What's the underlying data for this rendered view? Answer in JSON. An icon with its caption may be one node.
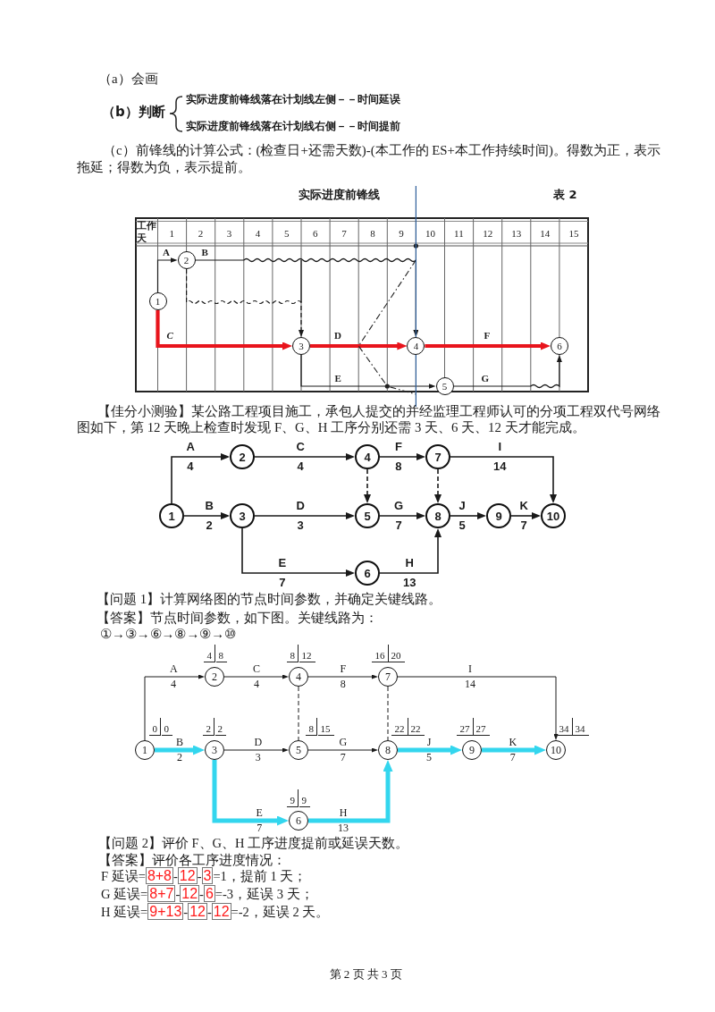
{
  "diagram": {
    "nodes": [
      {
        "text": [
          "1"
        ]
      },
      {
        "text": [
          "2"
        ]
      },
      {
        "text": [
          "3"
        ]
      },
      {
        "text": [
          "4"
        ]
      },
      {
        "text": [
          "5"
        ]
      },
      {
        "text": [
          "6"
        ]
      },
      {
        "text": [
          "1"
        ]
      },
      {
        "text": [
          "2"
        ]
      },
      {
        "text": [
          "3"
        ]
      },
      {
        "text": [
          "4"
        ]
      },
      {
        "text": [
          "5"
        ]
      },
      {
        "text": [
          "6"
        ]
      },
      {
        "text": [
          "7"
        ]
      },
      {
        "text": [
          "8"
        ]
      },
      {
        "text": [
          "9"
        ]
      },
      {
        "text": [
          "10"
        ]
      },
      {
        "text": [
          "1"
        ],
        "beside": [
          "0",
          "0"
        ]
      },
      {
        "text": [
          "2"
        ],
        "beside": [
          "4",
          "8"
        ]
      },
      {
        "text": [
          "3"
        ],
        "beside": [
          "2",
          "2"
        ]
      },
      {
        "text": [
          "4"
        ],
        "beside": [
          "8",
          "12"
        ]
      },
      {
        "text": [
          "5"
        ],
        "beside": [
          "8",
          "15"
        ]
      },
      {
        "text": [
          "6"
        ],
        "beside": [
          "9",
          "9"
        ]
      },
      {
        "text": [
          "7"
        ],
        "beside": [
          "16",
          "20"
        ]
      },
      {
        "text": [
          "8"
        ],
        "beside": [
          "22",
          "22"
        ]
      },
      {
        "text": [
          "9"
        ],
        "beside": [
          "27",
          "27"
        ]
      },
      {
        "text": [
          "10"
        ],
        "beside": [
          "34",
          "34"
        ]
      }
    ],
    "edges": [
      {
        "from": 0,
        "to": 1,
        "arrow": "to",
        "label": "A"
      },
      {
        "from": 1,
        "to": 3,
        "arrow": "to",
        "label": "B"
      },
      {
        "from": 1,
        "to": 2,
        "arrow": "to",
        "style": "dashed"
      },
      {
        "from": 0,
        "to": 2,
        "arrow": "to",
        "label": "C",
        "style": "thick",
        "color": "#e8141c"
      },
      {
        "from": 2,
        "to": 3,
        "arrow": "to",
        "label": "D",
        "style": "thick",
        "color": "#e8141c"
      },
      {
        "from": 2,
        "to": 4,
        "arrow": "to",
        "label": "E"
      },
      {
        "from": 3,
        "to": 5,
        "arrow": "to",
        "label": "F",
        "style": "thick",
        "color": "#e8141c"
      },
      {
        "from": 4,
        "to": 5,
        "arrow": "to",
        "label": "G"
      },
      {
        "from": 6,
        "to": 7,
        "arrow": "to",
        "label": "A 4"
      },
      {
        "from": 7,
        "to": 9,
        "arrow": "to",
        "label": "C 4"
      },
      {
        "from": 9,
        "to": 12,
        "arrow": "to",
        "label": "F 8"
      },
      {
        "from": 12,
        "to": 15,
        "arrow": "to",
        "label": "I 14"
      },
      {
        "from": 6,
        "to": 8,
        "arrow": "to",
        "label": "B 2"
      },
      {
        "from": 8,
        "to": 10,
        "arrow": "to",
        "label": "D 3"
      },
      {
        "from": 10,
        "to": 13,
        "arrow": "to",
        "label": "G 7"
      },
      {
        "from": 13,
        "to": 14,
        "arrow": "to",
        "label": "J 5"
      },
      {
        "from": 14,
        "to": 15,
        "arrow": "to",
        "label": "K 7"
      },
      {
        "from": 8,
        "to": 11,
        "arrow": "to",
        "label": "E 7"
      },
      {
        "from": 11,
        "to": 13,
        "arrow": "to",
        "label": "H 13"
      },
      {
        "from": 9,
        "to": 10,
        "arrow": "to",
        "style": "dashed"
      },
      {
        "from": 12,
        "to": 13,
        "arrow": "to",
        "style": "dashed"
      },
      {
        "from": 16,
        "to": 17,
        "arrow": "to",
        "label": "A 4"
      },
      {
        "from": 17,
        "to": 19,
        "arrow": "to",
        "label": "C 4"
      },
      {
        "from": 19,
        "to": 22,
        "arrow": "to",
        "label": "F 8"
      },
      {
        "from": 22,
        "to": 25,
        "arrow": "to",
        "label": "I 14"
      },
      {
        "from": 16,
        "to": 18,
        "arrow": "to",
        "label": "B 2",
        "style": "thick",
        "color": "#33d6ee"
      },
      {
        "from": 18,
        "to": 20,
        "arrow": "to",
        "label": "D 3"
      },
      {
        "from": 20,
        "to": 23,
        "arrow": "to",
        "label": "G 7"
      },
      {
        "from": 23,
        "to": 24,
        "arrow": "to",
        "label": "J 5",
        "style": "thick",
        "color": "#33d6ee"
      },
      {
        "from": 24,
        "to": 25,
        "arrow": "to",
        "label": "K 7",
        "style": "thick",
        "color": "#33d6ee"
      },
      {
        "from": 18,
        "to": 21,
        "arrow": "to",
        "label": "E 7",
        "style": "thick",
        "color": "#33d6ee"
      },
      {
        "from": 21,
        "to": 23,
        "arrow": "to",
        "label": "H 13",
        "style": "thick",
        "color": "#33d6ee"
      },
      {
        "from": 19,
        "to": 20,
        "arrow": "none",
        "style": "dashed"
      },
      {
        "from": 22,
        "to": 23,
        "arrow": "none",
        "style": "dashed"
      }
    ],
    "labels": [
      "（a）会画",
      "（b）判断",
      "实际进度前锋线落在计划线左侧－－时间延误",
      "实际进度前锋线落在计划线右侧－－时间提前",
      "（c）前锋线的计算公式：(检查日+还需天数)-(本工作的 ES+本工作持续时间)。得数为正，表示拖延；得数为负，表示提前。",
      "实际进度前锋线",
      "表 2",
      "工作",
      "天",
      "1",
      "2",
      "3",
      "4",
      "5",
      "6",
      "7",
      "8",
      "9",
      "10",
      "11",
      "12",
      "13",
      "14",
      "15",
      "【佳分小测验】某公路工程项目施工，承包人提交的并经监理工程师认可的分项工程双代号网络图如下，第 12 天晚上检查时发现 F、G、H 工序分别还需 3 天、6 天、12 天才能完成。",
      "【问题 1】计算网络图的节点时间参数，并确定关键线路。",
      "【答案】节点时间参数，如下图。关键线路为：",
      "①→③→⑥→⑧→⑨→⑩",
      "【问题 2】评价 F、G、H 工序进度提前或延误天数。",
      "【答案】评价各工序进度情况：",
      "F 延误=**8+8**-**12**-**3**=1，提前 1 天；",
      "G 延误=**8+7**-**12**-**6**=-3，延误 3 天；",
      "H 延误=**9+13**-**12**-**12**=-2，延误 2 天。",
      "第 2 页 共 3 页"
    ]
  }
}
